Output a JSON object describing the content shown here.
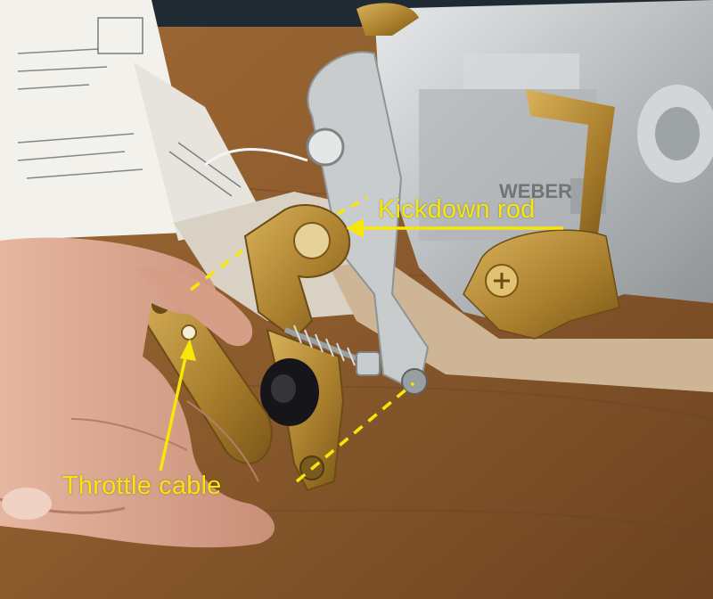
{
  "photo": {
    "colors": {
      "table_wood": "#8a5a2c",
      "wall_dark": "#1f2a33",
      "carb_body": "#c7cacb",
      "brass": "#b8913a",
      "annotation": "#f7e60a",
      "hand_skin": "#d9a68c"
    },
    "carb_nameplate": "WEBER"
  },
  "annotations": {
    "kickdown_rod": "Kickdown rod",
    "throttle_cable": "Throttle cable"
  }
}
